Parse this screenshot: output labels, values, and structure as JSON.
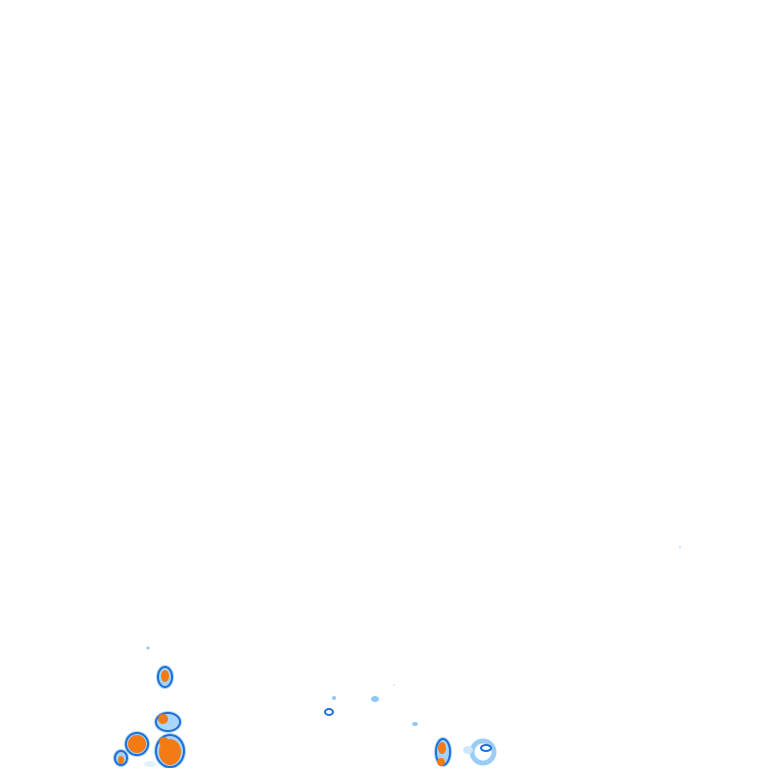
{
  "legend_colors": {
    "outline": "#1f6fd8",
    "halo": "#8ec8f5",
    "core": "#f47a14",
    "background": "#ffffff"
  },
  "blobs": [
    {
      "id": "cell-a",
      "intensity": "high"
    },
    {
      "id": "cell-b",
      "intensity": "high"
    },
    {
      "id": "cell-c",
      "intensity": "high"
    },
    {
      "id": "cell-d",
      "intensity": "high"
    },
    {
      "id": "cell-e",
      "intensity": "medium"
    },
    {
      "id": "cell-f",
      "intensity": "high"
    },
    {
      "id": "cell-g",
      "intensity": "low"
    },
    {
      "id": "cell-h",
      "intensity": "low"
    },
    {
      "id": "cell-i",
      "intensity": "low"
    },
    {
      "id": "cell-j",
      "intensity": "low"
    },
    {
      "id": "cell-k",
      "intensity": "low"
    },
    {
      "id": "cell-l",
      "intensity": "low"
    }
  ]
}
